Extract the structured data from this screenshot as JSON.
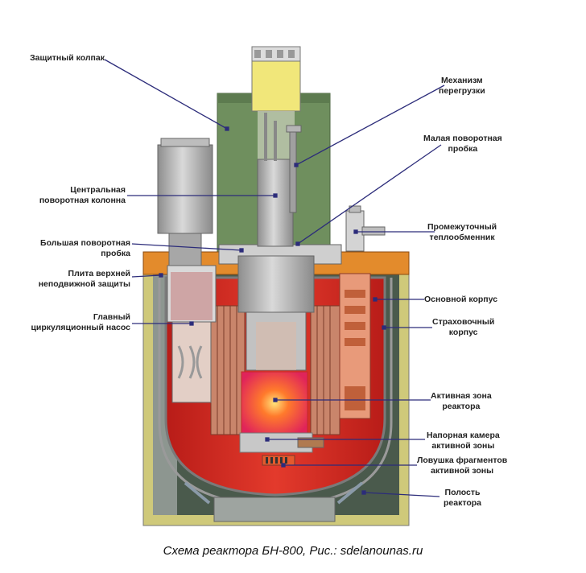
{
  "labels_left": [
    {
      "id": "protective-cap",
      "lines": [
        "Защитный колпак"
      ]
    },
    {
      "id": "central-rotating-column",
      "lines": [
        "Центральная",
        "поворотная колонна"
      ]
    },
    {
      "id": "large-rotating-plug",
      "lines": [
        "Большая поворотная",
        "пробка"
      ]
    },
    {
      "id": "upper-fixed-shield-plate",
      "lines": [
        "Плита верхней",
        "неподвижной защиты"
      ]
    },
    {
      "id": "main-circulation-pump",
      "lines": [
        "Главный",
        "циркуляционный насос"
      ]
    }
  ],
  "labels_right": [
    {
      "id": "refueling-mechanism",
      "lines": [
        "Механизм",
        "перегрузки"
      ]
    },
    {
      "id": "small-rotating-plug",
      "lines": [
        "Малая поворотная",
        "пробка"
      ]
    },
    {
      "id": "intermediate-heat-exchanger",
      "lines": [
        "Промежуточный",
        "теплообменник"
      ]
    },
    {
      "id": "main-vessel",
      "lines": [
        "Основной корпус"
      ]
    },
    {
      "id": "guard-vessel",
      "lines": [
        "Страховочный",
        "корпус"
      ]
    },
    {
      "id": "reactor-core",
      "lines": [
        "Активная зона",
        "реактора"
      ]
    },
    {
      "id": "core-pressure-chamber",
      "lines": [
        "Напорная камера",
        "активной зоны"
      ]
    },
    {
      "id": "core-catcher",
      "lines": [
        "Ловушка фрагментов",
        "активной зоны"
      ]
    },
    {
      "id": "reactor-cavity",
      "lines": [
        "Полость",
        "реактора"
      ]
    }
  ],
  "caption": "Схема реактора БН-800, Рис.: sdelanounas.ru",
  "colors": {
    "concrete": "#cfc97a",
    "cap_green": "#6f8f5e",
    "yellow_top": "#f1e77a",
    "steel_gray": "#b9b9b9",
    "sodium_red": "#d92b22",
    "orange_plate": "#e38b2c",
    "core_hot": "#ff6b2c",
    "leader_line": "#2c2c7a"
  }
}
